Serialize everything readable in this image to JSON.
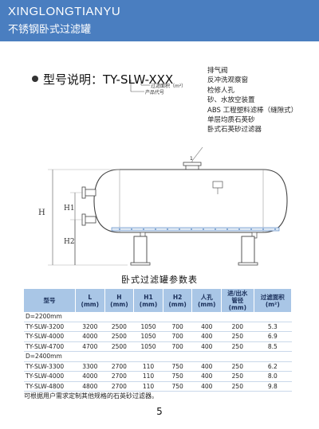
{
  "header": {
    "brand": "XINGLONGTIANYU",
    "subtitle": "不锈钢卧式过滤罐"
  },
  "model": {
    "title": "型号说明：TY-SLW-XXX",
    "note_area": "过滤面积（m²）",
    "note_code": "产品代号"
  },
  "parts": [
    "排气阀",
    "反冲洗观察窗",
    "检修人孔",
    "砂、水放空装置",
    "ABS 工程塑料滤棒（缝隙式）",
    "单层均质石英砂",
    "卧式石英砂过滤器"
  ],
  "drawing": {
    "label_h": "H",
    "label_h1": "H1",
    "label_h2": "H2",
    "label_num": "1"
  },
  "table": {
    "title": "卧式过滤罐参数表",
    "headers": [
      "型号",
      "L\n(mm)",
      "H\n(mm)",
      "H1\n(mm)",
      "H2\n(mm)",
      "人孔\n(mm)",
      "进/出水\n管径\n(mm)",
      "过滤面积\n(m²)"
    ],
    "groups": [
      {
        "label": "D=2200mm",
        "rows": [
          [
            "TY-SLW-3200",
            "3200",
            "2500",
            "1050",
            "700",
            "400",
            "200",
            "5.3"
          ],
          [
            "TY-SLW-4000",
            "4000",
            "2500",
            "1050",
            "700",
            "400",
            "250",
            "6.9"
          ],
          [
            "TY-SLW-4700",
            "4700",
            "2500",
            "1050",
            "700",
            "400",
            "250",
            "8.5"
          ]
        ]
      },
      {
        "label": "D=2400mm",
        "rows": [
          [
            "TY-SLW-3300",
            "3300",
            "2700",
            "110",
            "750",
            "400",
            "250",
            "6.2"
          ],
          [
            "TY-SLW-4000",
            "4000",
            "2700",
            "110",
            "750",
            "400",
            "250",
            "8.0"
          ],
          [
            "TY-SLW-4800",
            "4800",
            "2700",
            "110",
            "750",
            "400",
            "250",
            "9.8"
          ]
        ]
      }
    ]
  },
  "footer_note": "可根据用户需求定制其他规格的石英砂过滤器。",
  "page_number": "5",
  "colors": {
    "banner": "#4a7ec0",
    "table_header": "#a9c6e6"
  }
}
